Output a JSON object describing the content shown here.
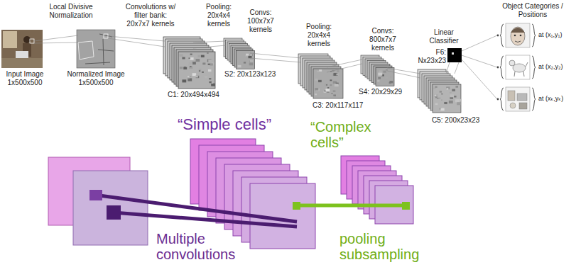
{
  "diagram": {
    "labels": [
      "Local Divisive Normalization",
      "Convolutions w/ filter bank: 20x7x7 kernels",
      "Pooling: 20x4x4 kernels",
      "Convs: 100x7x7 kernels",
      "Pooling: 20x4x4 kernels",
      "Convs: 800x7x7 kernels",
      "Linear Classifier",
      "Object Categories / Positions",
      "Input Image 1x500x500",
      "Normalized Image 1x500x500",
      "C1: 20x494x494",
      "S2: 20x123x123",
      "C3: 20x117x117",
      "S4: 20x29x29",
      "F6: Nx23x23",
      "C5: 200x23x23",
      "at (x₁,y₁)",
      "at (x₂,y₂)",
      "at (xₖ,yₖ)",
      "“Simple cells”",
      "“Complex cells”",
      "Multiple convolutions",
      "pooling subsampling"
    ]
  }
}
